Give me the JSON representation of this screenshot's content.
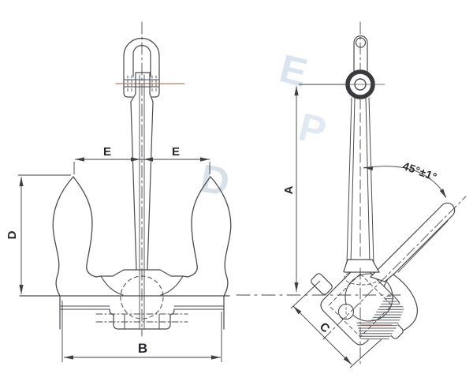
{
  "drawing": {
    "dimension_labels": {
      "e_left": "E",
      "e_right": "E",
      "d": "D",
      "b": "B",
      "a": "A",
      "c": "C"
    },
    "annotations": {
      "fluke_angle": "45°±1°"
    },
    "watermark": {
      "glyphs": [
        "E",
        "P",
        "D"
      ]
    },
    "colors": {
      "line": "#4a4a50",
      "dimension": "#3f3f45",
      "accent_centerline": "#a05c4a",
      "watermark_blue": "#92b2d1",
      "background": "#ffffff"
    }
  }
}
